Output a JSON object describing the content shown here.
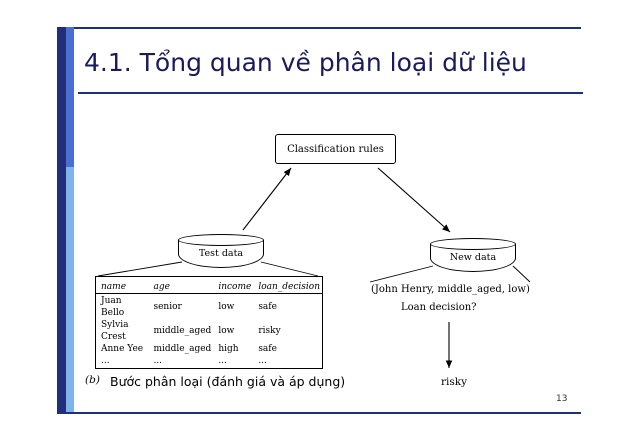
{
  "slide": {
    "title": "4.1. Tổng quan về phân loại dữ liệu",
    "page_number": "13",
    "caption_marker": "(b)",
    "caption_text": "Bước phân loại (đánh giá và áp dụng)"
  },
  "figure": {
    "classification_rules_label": "Classification rules",
    "test_data_label": "Test data",
    "new_data_label": "New data",
    "new_tuple": "(John Henry, middle_aged, low)",
    "question": "Loan decision?",
    "answer": "risky",
    "table": {
      "columns": [
        "name",
        "age",
        "income",
        "loan_decision"
      ],
      "rows": [
        [
          "Juan Bello",
          "senior",
          "low",
          "safe"
        ],
        [
          "Sylvia Crest",
          "middle_aged",
          "low",
          "risky"
        ],
        [
          "Anne Yee",
          "middle_aged",
          "high",
          "safe"
        ],
        [
          "...",
          "...",
          "...",
          "..."
        ]
      ]
    }
  },
  "colors": {
    "title": "#1a1a5e",
    "rule": "#1f2f7a",
    "bar_dark": "#1f2f7a",
    "bar_mid": "#4a6fd0",
    "bar_light": "#7fb3ea"
  }
}
